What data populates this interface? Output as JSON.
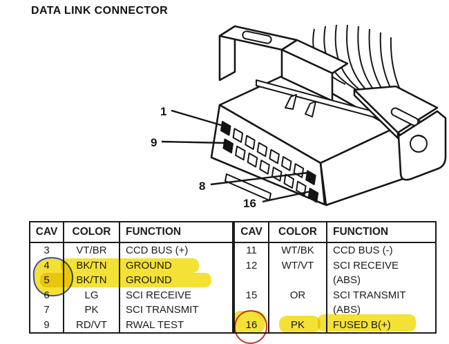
{
  "page": {
    "title": "DATA LINK CONNECTOR"
  },
  "diagram": {
    "description": "Line-art of 16-cavity data link connector with harness, mounting brackets and wires",
    "callouts": [
      {
        "label": "1"
      },
      {
        "label": "9"
      },
      {
        "label": "8"
      },
      {
        "label": "16"
      }
    ]
  },
  "table": {
    "headers": [
      "CAV",
      "COLOR",
      "FUNCTION"
    ],
    "left_rows": [
      {
        "cav": "3",
        "color": "VT/BR",
        "function": "CCD BUS (+)"
      },
      {
        "cav": "4",
        "color": "BK/TN",
        "function": "GROUND"
      },
      {
        "cav": "5",
        "color": "BK/TN",
        "function": "GROUND"
      },
      {
        "cav": "6",
        "color": "LG",
        "function": "SCI RECEIVE"
      },
      {
        "cav": "7",
        "color": "PK",
        "function": "SCI TRANSMIT"
      },
      {
        "cav": "9",
        "color": "RD/VT",
        "function": "RWAL TEST"
      }
    ],
    "right_rows": [
      {
        "cav": "11",
        "color": "WT/BK",
        "function": "CCD BUS (-)"
      },
      {
        "cav": "12",
        "color": "WT/VT",
        "function": "SCI RECEIVE"
      },
      {
        "cav": "",
        "color": "",
        "function": "(ABS)"
      },
      {
        "cav": "15",
        "color": "OR",
        "function": "SCI TRANSMIT"
      },
      {
        "cav": "",
        "color": "",
        "function": "(ABS)"
      },
      {
        "cav": "16",
        "color": "PK",
        "function": "FUSED B(+)"
      }
    ]
  },
  "annotations": {
    "highlighted_left_cavs": "4, 5",
    "highlighted_right_cav": "16",
    "highlight_color": "#f3e136",
    "blue_pen_color": "#3b4ea3",
    "red_pen_color": "#c23a2c"
  }
}
